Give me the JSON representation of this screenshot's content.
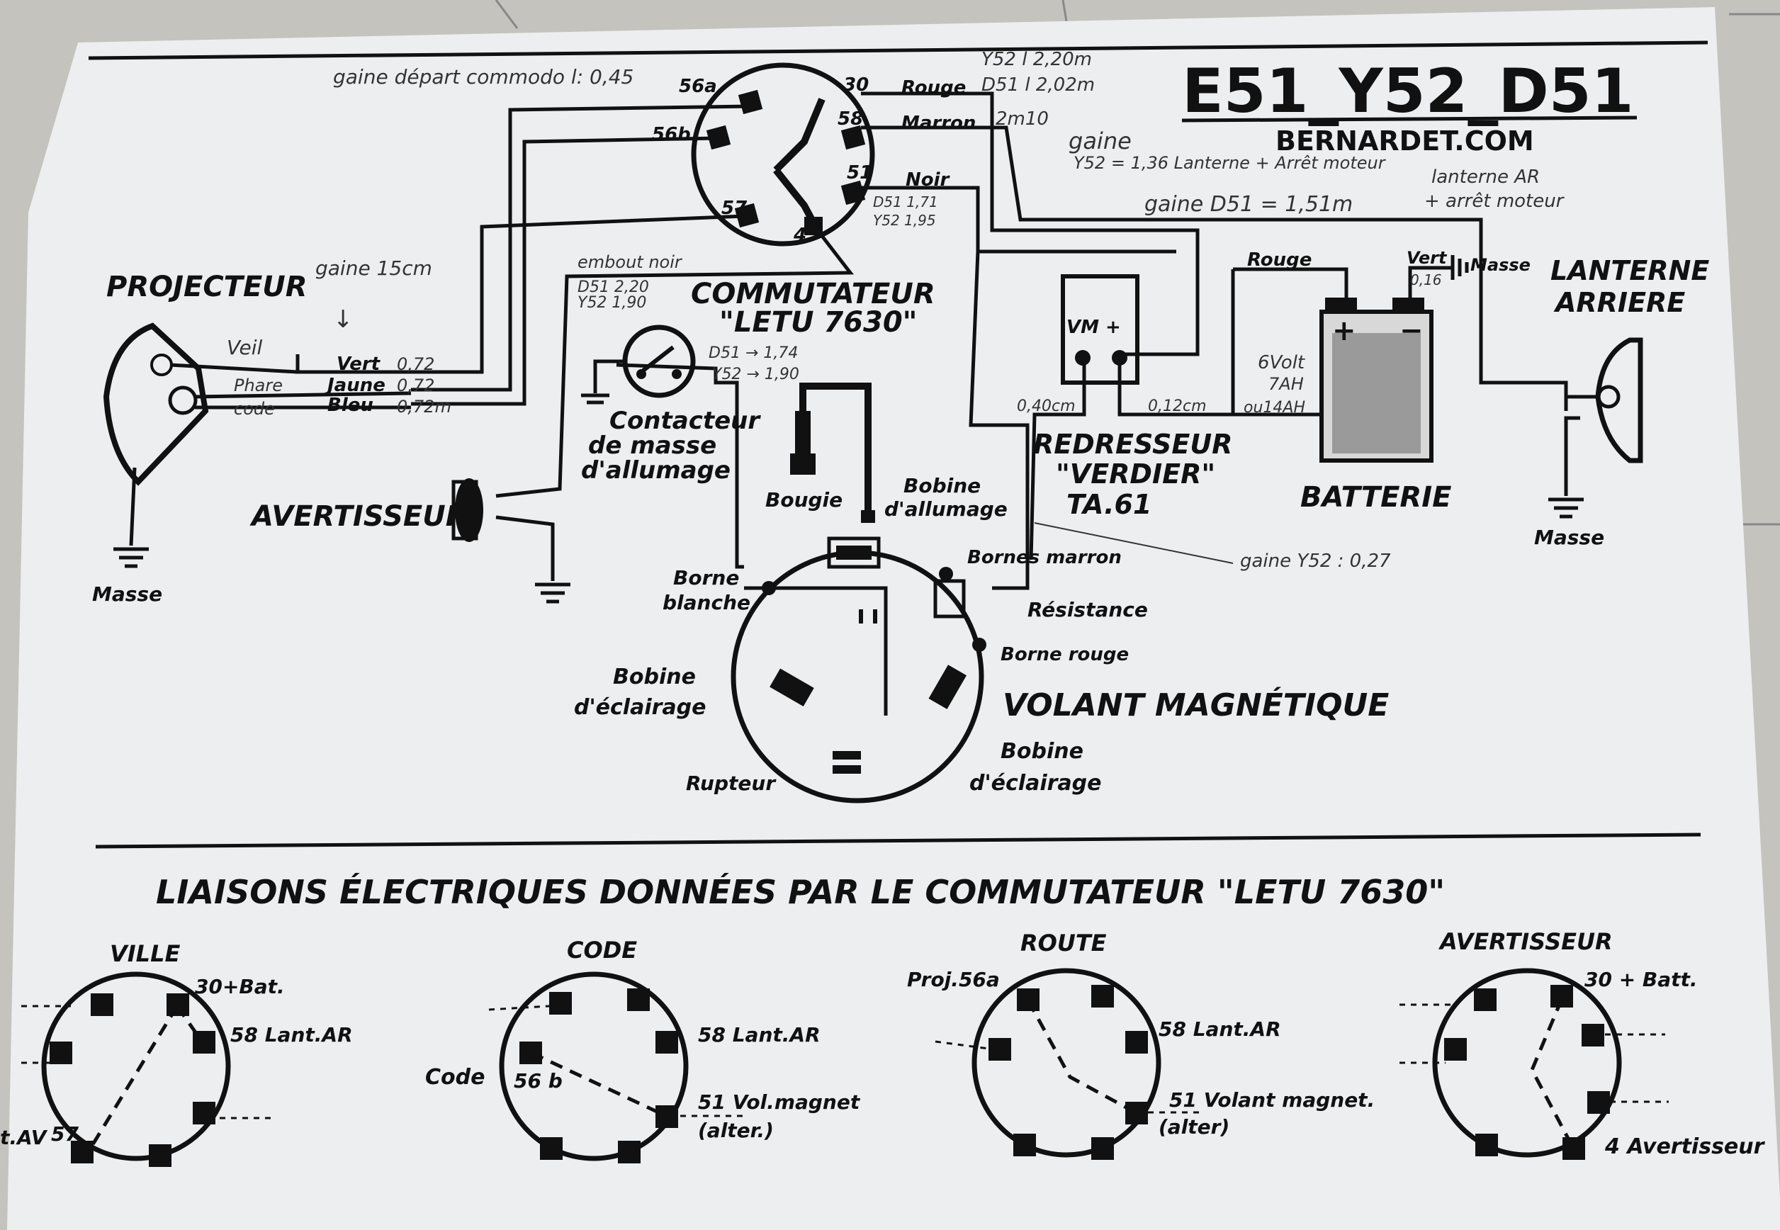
{
  "header": {
    "title": "E51_Y52_D51",
    "site": "BERNARDET.COM"
  },
  "components": {
    "projecteur": "PROJECTEUR",
    "avertisseur": "AVERTISSEUR",
    "contacteur_l1": "Contacteur",
    "contacteur_l2": "de masse",
    "contacteur_l3": "d'allumage",
    "commutateur_l1": "COMMUTATEUR",
    "commutateur_l2": "\"LETU 7630\"",
    "redresseur_l1": "REDRESSEUR",
    "redresseur_l2": "\"VERDIER\"",
    "redresseur_l3": "TA.61",
    "batterie": "BATTERIE",
    "lanterne_l1": "LANTERNE",
    "lanterne_l2": "ARRIERE",
    "bougie": "Bougie",
    "bobine_allumage_l1": "Bobine",
    "bobine_allumage_l2": "d'allumage",
    "borne_blanche_l1": "Borne",
    "borne_blanche_l2": "blanche",
    "bornes_marron": "Bornes marron",
    "resistance": "Résistance",
    "borne_rouge": "Borne rouge",
    "bobine_eclairage_left_l1": "Bobine",
    "bobine_eclairage_left_l2": "d'éclairage",
    "bobine_eclairage_right_l1": "Bobine",
    "bobine_eclairage_right_l2": "d'éclairage",
    "volant": "VOLANT MAGNÉTIQUE",
    "rupteur": "Rupteur",
    "masse": "Masse",
    "masse_lanterne": "Masse",
    "masse_battery": "Masse",
    "vm_plus": "VM +"
  },
  "terminals": {
    "t56a": "56a",
    "t56b": "56b",
    "t57": "57",
    "t30": "30",
    "t58": "58",
    "t51": "51",
    "t4": "4"
  },
  "wires": {
    "rouge": "Rouge",
    "marron": "Marron",
    "noir": "Noir",
    "vert": "Vert",
    "jaune": "Jaune",
    "bleu": "Bleu",
    "rouge_bat": "Rouge",
    "vert_bat": "Vert"
  },
  "handwritten": {
    "gaine_depart": "gaine départ commodo l: 0,45",
    "y52_len": "Y52  l 2,20m",
    "d51_len": "D51  l 2,02m",
    "marron_len": "2m10",
    "gaine_y52": "gaine",
    "gaine_y52_val": "Y52 = 1,36  Lanterne + Arrêt moteur",
    "gaine_d51": "gaine D51 = 1,51m",
    "lanterne_ar": "lanterne AR",
    "arret_moteur": "+ arrêt moteur",
    "d51_noir": "D51 1,71",
    "y52_noir": "Y52 1,95",
    "gaine_15cm": "gaine 15cm",
    "arrow_down": "↓",
    "veil": "Veil",
    "phare": "Phare",
    "code": "code",
    "vert_len": "0,72",
    "jaune_len": "0,72",
    "bleu_len": "0,72m",
    "embout_noir": "embout noir",
    "d51_contact": "D51 2,20",
    "y52_contact": "Y52 1,90",
    "d51_arrow": "D51 → 1,74",
    "y52_arrow": "Y52 → 1,90",
    "len_040": "0,40cm",
    "len_012": "0,12cm",
    "len_016": "0,16",
    "bat_6v": "6Volt",
    "bat_7ah": "7AH",
    "bat_14ah": "ou14AH",
    "gaine_y52_027": "gaine Y52 : 0,27"
  },
  "bottom": {
    "heading": "LIAISONS ÉLECTRIQUES DONNÉES PAR LE COMMUTATEUR \"LETU 7630\"",
    "ville": {
      "title": "VILLE",
      "l30": "30+Bat.",
      "l58": "58 Lant.AR",
      "l57": "57",
      "lav": "t.AV"
    },
    "code": {
      "title": "CODE",
      "l58": "58 Lant.AR",
      "lcode": "Code",
      "l56b": "56 b",
      "l51": "51 Vol.magnet",
      "lalt": "(alter.)"
    },
    "route": {
      "title": "ROUTE",
      "lproj": "Proj.56a",
      "l58": "58 Lant.AR",
      "l51": "51 Volant magnet.",
      "lalt": "(alter)"
    },
    "avert": {
      "title": "AVERTISSEUR",
      "l30": "30 + Batt.",
      "l4": "4 Avertisseur"
    }
  }
}
